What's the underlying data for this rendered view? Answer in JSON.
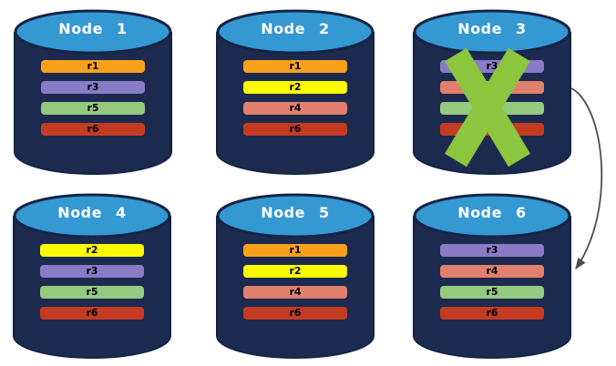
{
  "colors": {
    "cylinder_body": "#1B2A4E",
    "cylinder_top": "#3498D3",
    "cylinder_outline": "#152445",
    "node_title": "#FFFFFF",
    "bar_label": "#000000",
    "failure_x": "#8CC63F",
    "arrow": "#4D4D4D",
    "background": "#FFFFFF"
  },
  "nodes": [
    {
      "title": "Node 1",
      "status": "healthy",
      "replicas": [
        {
          "label": "r1",
          "color": "#F9A11B"
        },
        {
          "label": "r3",
          "color": "#8A7BC6"
        },
        {
          "label": "r5",
          "color": "#95C97F"
        },
        {
          "label": "r6",
          "color": "#C43B22"
        }
      ]
    },
    {
      "title": "Node 2",
      "status": "healthy",
      "replicas": [
        {
          "label": "r1",
          "color": "#F9A11B"
        },
        {
          "label": "r2",
          "color": "#FCFC00"
        },
        {
          "label": "r4",
          "color": "#E2806E"
        },
        {
          "label": "r6",
          "color": "#C43B22"
        }
      ]
    },
    {
      "title": "Node 3",
      "status": "failed",
      "replicas": [
        {
          "label": "r3",
          "color": "#8A7BC6"
        },
        {
          "label": "r4",
          "color": "#E2806E"
        },
        {
          "label": "r5",
          "color": "#95C97F"
        },
        {
          "label": "r6",
          "color": "#C43B22"
        }
      ]
    },
    {
      "title": "Node 4",
      "status": "healthy",
      "replicas": [
        {
          "label": "r2",
          "color": "#FCFC00"
        },
        {
          "label": "r3",
          "color": "#8A7BC6"
        },
        {
          "label": "r5",
          "color": "#95C97F"
        },
        {
          "label": "r6",
          "color": "#C43B22"
        }
      ]
    },
    {
      "title": "Node 5",
      "status": "healthy",
      "replicas": [
        {
          "label": "r1",
          "color": "#F9A11B"
        },
        {
          "label": "r2",
          "color": "#FCFC00"
        },
        {
          "label": "r4",
          "color": "#E2806E"
        },
        {
          "label": "r6",
          "color": "#C43B22"
        }
      ]
    },
    {
      "title": "Node 6",
      "status": "healthy",
      "replicas": [
        {
          "label": "r3",
          "color": "#8A7BC6"
        },
        {
          "label": "r4",
          "color": "#E2806E"
        },
        {
          "label": "r5",
          "color": "#95C97F"
        },
        {
          "label": "r6",
          "color": "#C43B22"
        }
      ]
    }
  ],
  "annotations": {
    "failure_cross_on": "Node 3",
    "arrow": {
      "from": "Node 3",
      "to": "Node 6"
    }
  }
}
